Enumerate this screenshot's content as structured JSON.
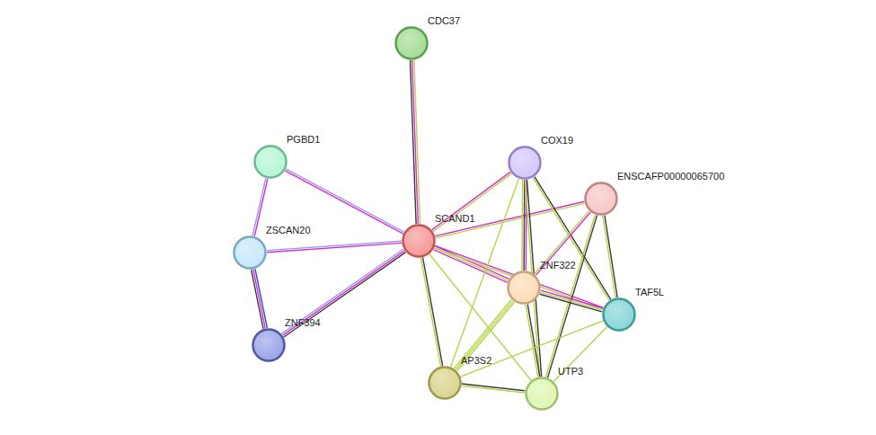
{
  "diagram": {
    "nodes": [
      {
        "text": [
          "CDC37"
        ]
      },
      {
        "text": [
          "PGBD1"
        ]
      },
      {
        "text": [
          "COX19"
        ]
      },
      {
        "text": [
          "ENSCAFP00000065700"
        ]
      },
      {
        "text": [
          "SCAND1"
        ]
      },
      {
        "text": [
          "ZSCAN20"
        ]
      },
      {
        "text": [
          "ZNF322"
        ]
      },
      {
        "text": [
          "TAF5L"
        ]
      },
      {
        "text": [
          "ZNF394"
        ]
      },
      {
        "text": [
          "AP3S2"
        ]
      },
      {
        "text": [
          "UTP3"
        ]
      }
    ],
    "edges": [
      {
        "from": 4,
        "to": 0,
        "arrow": "none"
      },
      {
        "from": 4,
        "to": 1,
        "arrow": "none"
      },
      {
        "from": 4,
        "to": 5,
        "arrow": "none"
      },
      {
        "from": 4,
        "to": 8,
        "arrow": "none"
      },
      {
        "from": 4,
        "to": 2,
        "arrow": "none"
      },
      {
        "from": 4,
        "to": 3,
        "arrow": "none"
      },
      {
        "from": 4,
        "to": 6,
        "arrow": "none"
      },
      {
        "from": 4,
        "to": 7,
        "arrow": "none"
      },
      {
        "from": 4,
        "to": 9,
        "arrow": "none"
      },
      {
        "from": 4,
        "to": 10,
        "arrow": "none"
      },
      {
        "from": 1,
        "to": 5,
        "arrow": "none"
      },
      {
        "from": 5,
        "to": 8,
        "arrow": "none"
      },
      {
        "from": 2,
        "to": 6,
        "arrow": "none"
      },
      {
        "from": 2,
        "to": 7,
        "arrow": "none"
      },
      {
        "from": 2,
        "to": 9,
        "arrow": "none"
      },
      {
        "from": 2,
        "to": 10,
        "arrow": "none"
      },
      {
        "from": 3,
        "to": 6,
        "arrow": "none"
      },
      {
        "from": 3,
        "to": 7,
        "arrow": "none"
      },
      {
        "from": 3,
        "to": 10,
        "arrow": "none"
      },
      {
        "from": 6,
        "to": 7,
        "arrow": "none"
      },
      {
        "from": 6,
        "to": 9,
        "arrow": "none"
      },
      {
        "from": 6,
        "to": 10,
        "arrow": "none"
      },
      {
        "from": 7,
        "to": 10,
        "arrow": "none"
      },
      {
        "from": 7,
        "to": 9,
        "arrow": "none"
      },
      {
        "from": 9,
        "to": 10,
        "arrow": "none"
      }
    ]
  }
}
